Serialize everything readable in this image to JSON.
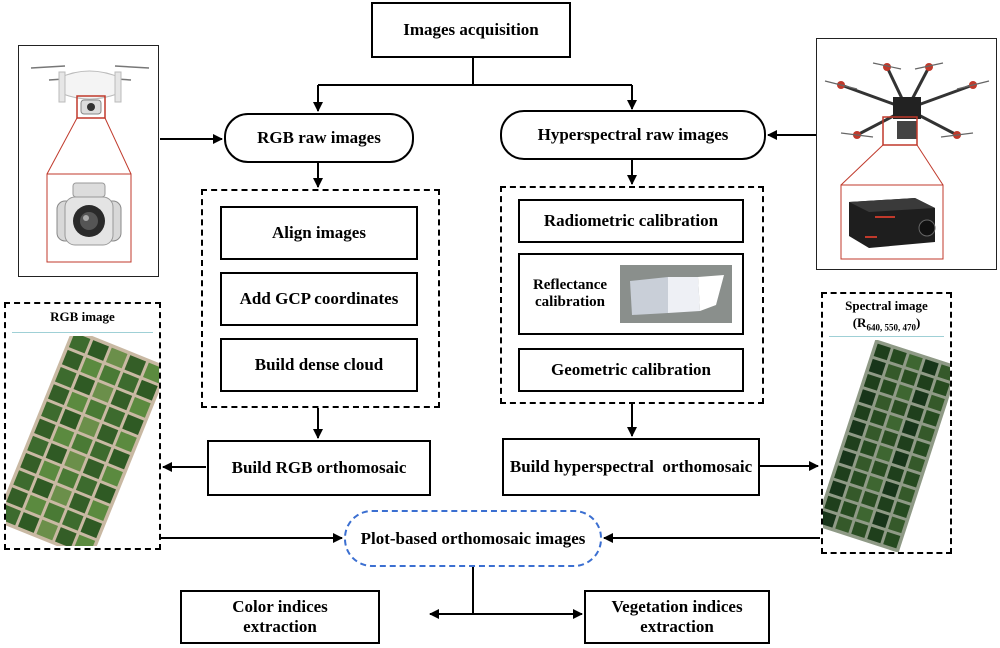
{
  "nodes": {
    "acquisition": "Images acquisition",
    "rgb_raw": "RGB raw images",
    "hyper_raw": "Hyperspectral raw images",
    "align": "Align images",
    "gcp": "Add GCP coordinates",
    "dense": "Build dense cloud",
    "radiometric": "Radiometric calibration",
    "reflectance": "Reflectance calibration",
    "geometric": "Geometric calibration",
    "rgb_ortho": "Build RGB orthomosaic",
    "hyper_ortho": "Build hyperspectral  orthomosaic",
    "plot_based": "Plot-based orthomosaic images",
    "color_indices": "Color indices extraction",
    "veg_indices": "Vegetation indices extraction"
  },
  "panels": {
    "rgb_image_title": "RGB image",
    "spectral_image_title": "Spectral image",
    "spectral_bands_prefix": "(R",
    "spectral_bands_sub": "640, 550, 470",
    "spectral_bands_suffix": ")"
  },
  "icons": {
    "rgb_drone": "quadcopter-drone-icon",
    "rgb_camera": "rgb-camera-icon",
    "hyper_drone": "hexacopter-drone-icon",
    "hyper_camera": "hyperspectral-camera-icon",
    "reflectance_panel": "reflectance-panel-photo",
    "field_plots": "field-plot-orthomosaic"
  },
  "colors": {
    "accent_red": "#c0392b",
    "plot_dashed_blue": "#3b6fd1",
    "vegetation_green": "#2f5a24"
  }
}
